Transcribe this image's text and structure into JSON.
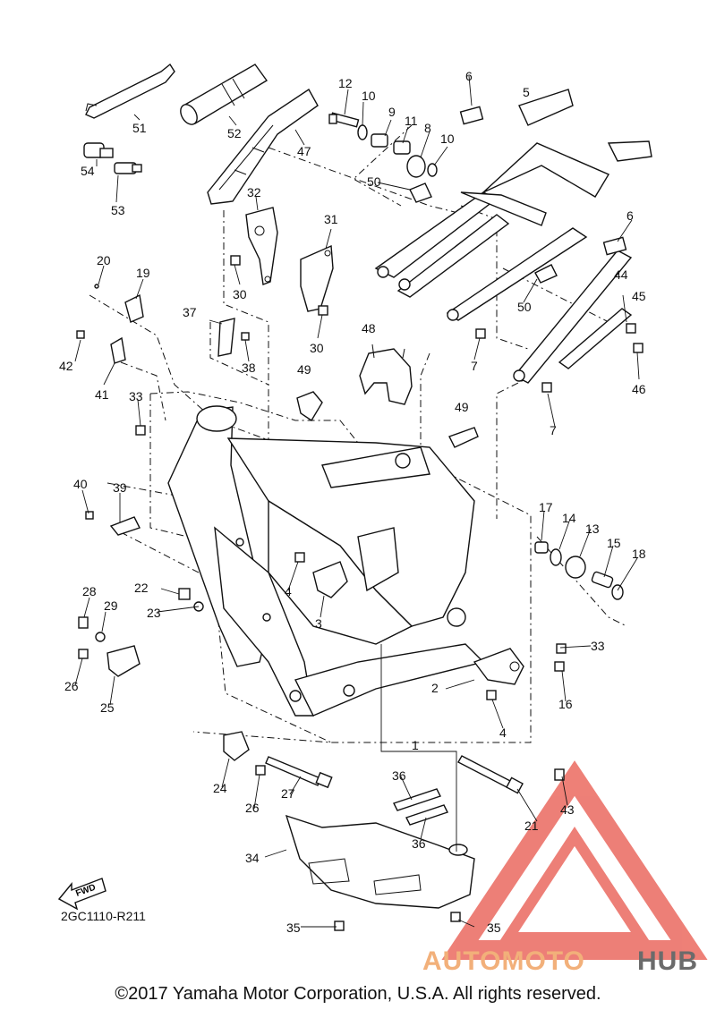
{
  "diagram": {
    "drawing_code": "2GC1110-R211",
    "fwd_label": "FWD",
    "copyright": "©2017 Yamaha Motor Corporation, U.S.A. All rights reserved.",
    "watermark": {
      "part1": "AUTOMOTO",
      "part2": "HUB",
      "colors": {
        "triangle": "#e8554a",
        "text1": "#f2b07a",
        "text2": "#6b6b6b"
      }
    },
    "callouts": [
      "1",
      "2",
      "3",
      "4",
      "4",
      "5",
      "6",
      "6",
      "7",
      "7",
      "8",
      "9",
      "10",
      "10",
      "11",
      "12",
      "13",
      "14",
      "15",
      "16",
      "17",
      "18",
      "19",
      "20",
      "21",
      "22",
      "23",
      "24",
      "25",
      "26",
      "26",
      "27",
      "28",
      "29",
      "30",
      "30",
      "31",
      "32",
      "33",
      "33",
      "34",
      "35",
      "35",
      "36",
      "36",
      "37",
      "38",
      "39",
      "40",
      "41",
      "42",
      "43",
      "44",
      "45",
      "46",
      "47",
      "48",
      "49",
      "49",
      "50",
      "50",
      "51",
      "52",
      "53",
      "54"
    ]
  }
}
